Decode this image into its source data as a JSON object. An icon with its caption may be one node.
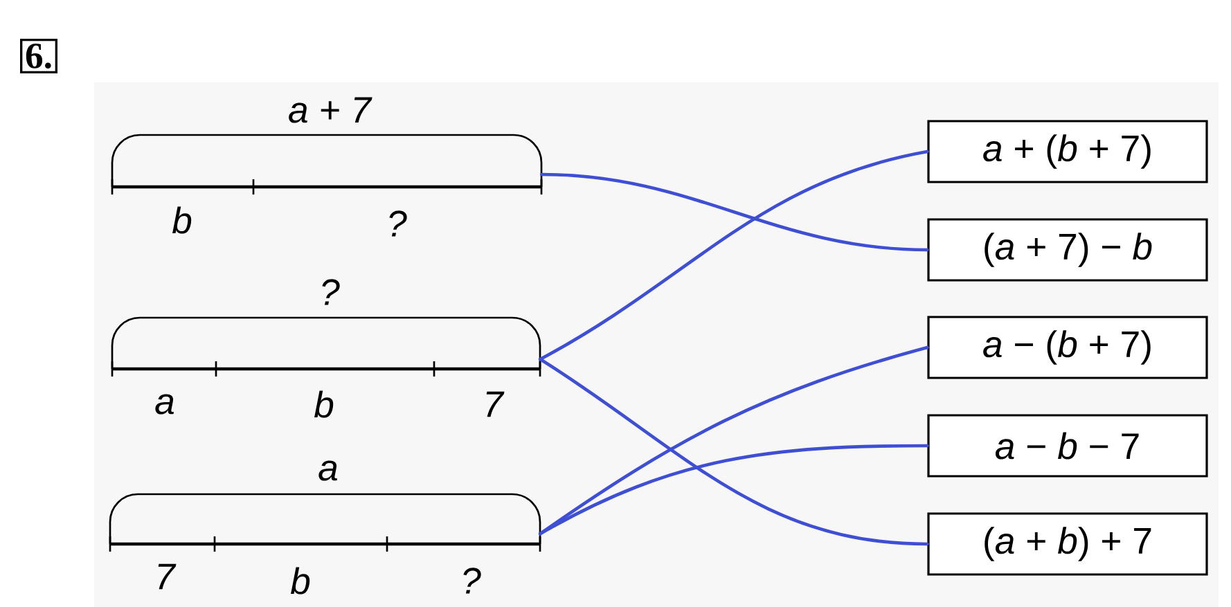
{
  "diagram": {
    "title": "6.",
    "nodes": [
      {
        "text": [
          "a + 7",
          "b",
          "?"
        ]
      },
      {
        "text": [
          "?",
          "a",
          "b",
          "7"
        ]
      },
      {
        "text": [
          "a",
          "7",
          "b",
          "?"
        ]
      },
      {
        "text": [
          "*a* + (*b* + 7)"
        ]
      },
      {
        "text": [
          "(*a* + 7) − *b*"
        ]
      },
      {
        "text": [
          "*a* − (*b* + 7)"
        ]
      },
      {
        "text": [
          "*a* − *b* − 7"
        ]
      },
      {
        "text": [
          "(*a* + *b*) + 7"
        ]
      }
    ],
    "edges": [
      {
        "from": 0,
        "to": 4,
        "arrow": "none"
      },
      {
        "from": 1,
        "to": 3,
        "arrow": "none"
      },
      {
        "from": 1,
        "to": 7,
        "arrow": "none"
      },
      {
        "from": 2,
        "to": 5,
        "arrow": "none"
      },
      {
        "from": 2,
        "to": 6,
        "arrow": "none"
      }
    ]
  }
}
